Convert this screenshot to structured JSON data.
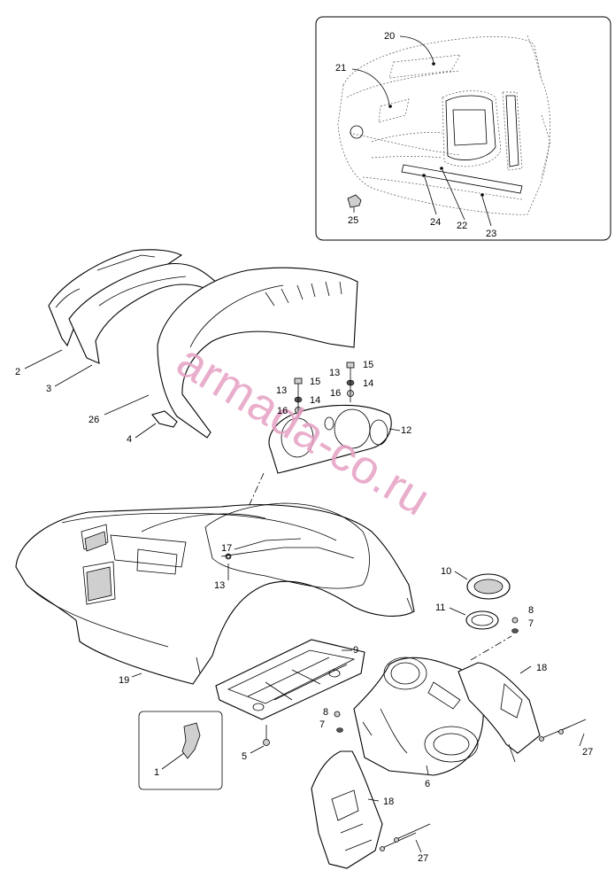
{
  "watermark": "armada-co.ru",
  "callouts": {
    "c1": "1",
    "c2": "2",
    "c3": "3",
    "c4": "4",
    "c5": "5",
    "c6": "6",
    "c7a": "7",
    "c7b": "7",
    "c8a": "8",
    "c8b": "8",
    "c9": "9",
    "c10": "10",
    "c11": "11",
    "c12": "12",
    "c13a": "13",
    "c13b": "13",
    "c13c": "13",
    "c14a": "14",
    "c14b": "14",
    "c15a": "15",
    "c15b": "15",
    "c16a": "16",
    "c16b": "16",
    "c17": "17",
    "c18a": "18",
    "c18b": "18",
    "c19": "19",
    "c20": "20",
    "c21": "21",
    "c22": "22",
    "c23": "23",
    "c24": "24",
    "c25": "25",
    "c26": "26",
    "c27a": "27",
    "c27b": "27"
  }
}
